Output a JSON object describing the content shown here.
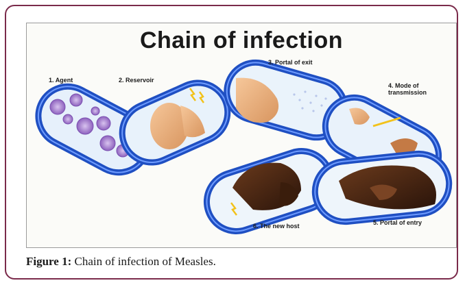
{
  "diagram": {
    "title": "Chain of infection",
    "steps": [
      {
        "number": "1.",
        "label": "Agent"
      },
      {
        "number": "2.",
        "label": "Reservoir"
      },
      {
        "number": "3.",
        "label": "Portal of exit"
      },
      {
        "number": "4.",
        "label": "Mode of transmission"
      },
      {
        "number": "5.",
        "label": "Portal of entry"
      },
      {
        "number": "6.",
        "label": "The new host"
      }
    ]
  },
  "caption": {
    "label": "Figure 1:",
    "text": "Chain of infection of Measles."
  },
  "colors": {
    "frame_border": "#7a2a4a",
    "chain_blue": "#1f4fc2",
    "chain_highlight": "#6f9cff",
    "virus_purple": "#a57fc9",
    "link_fill": "#dfeefa"
  }
}
